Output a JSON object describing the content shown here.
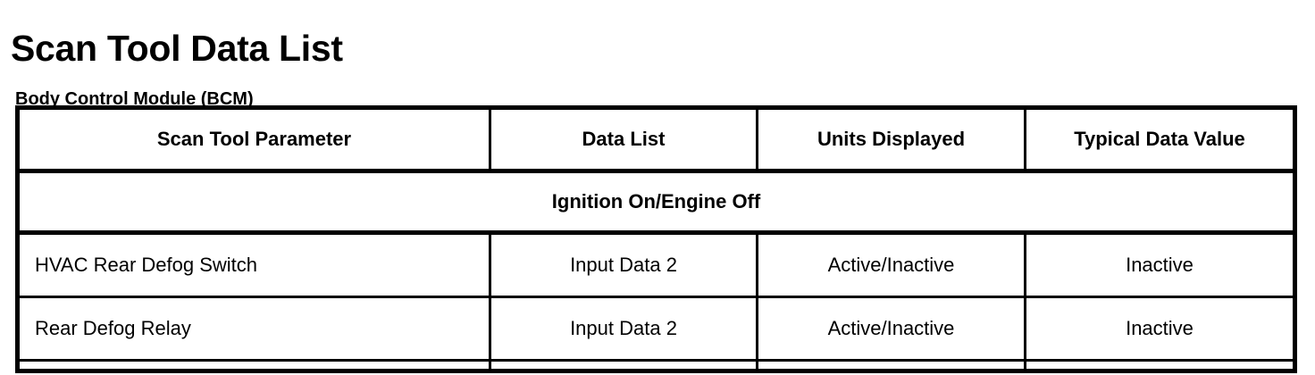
{
  "page": {
    "title": "Scan Tool Data List",
    "module_subtitle": "Body Control Module (BCM)",
    "background_color": "#ffffff",
    "text_color": "#000000",
    "border_color": "#000000"
  },
  "table": {
    "columns": [
      {
        "label": "Scan Tool Parameter",
        "align": "center"
      },
      {
        "label": "Data List",
        "align": "center"
      },
      {
        "label": "Units Displayed",
        "align": "center"
      },
      {
        "label": "Typical Data Value",
        "align": "center"
      }
    ],
    "sections": [
      {
        "title": "Ignition On/Engine Off",
        "rows": [
          {
            "parameter": "HVAC Rear Defog Switch",
            "data_list": "Input Data 2",
            "units_displayed": "Active/Inactive",
            "typical_data_value": "Inactive"
          },
          {
            "parameter": "Rear Defog Relay",
            "data_list": "Input Data 2",
            "units_displayed": "Active/Inactive",
            "typical_data_value": "Inactive"
          }
        ]
      }
    ]
  }
}
